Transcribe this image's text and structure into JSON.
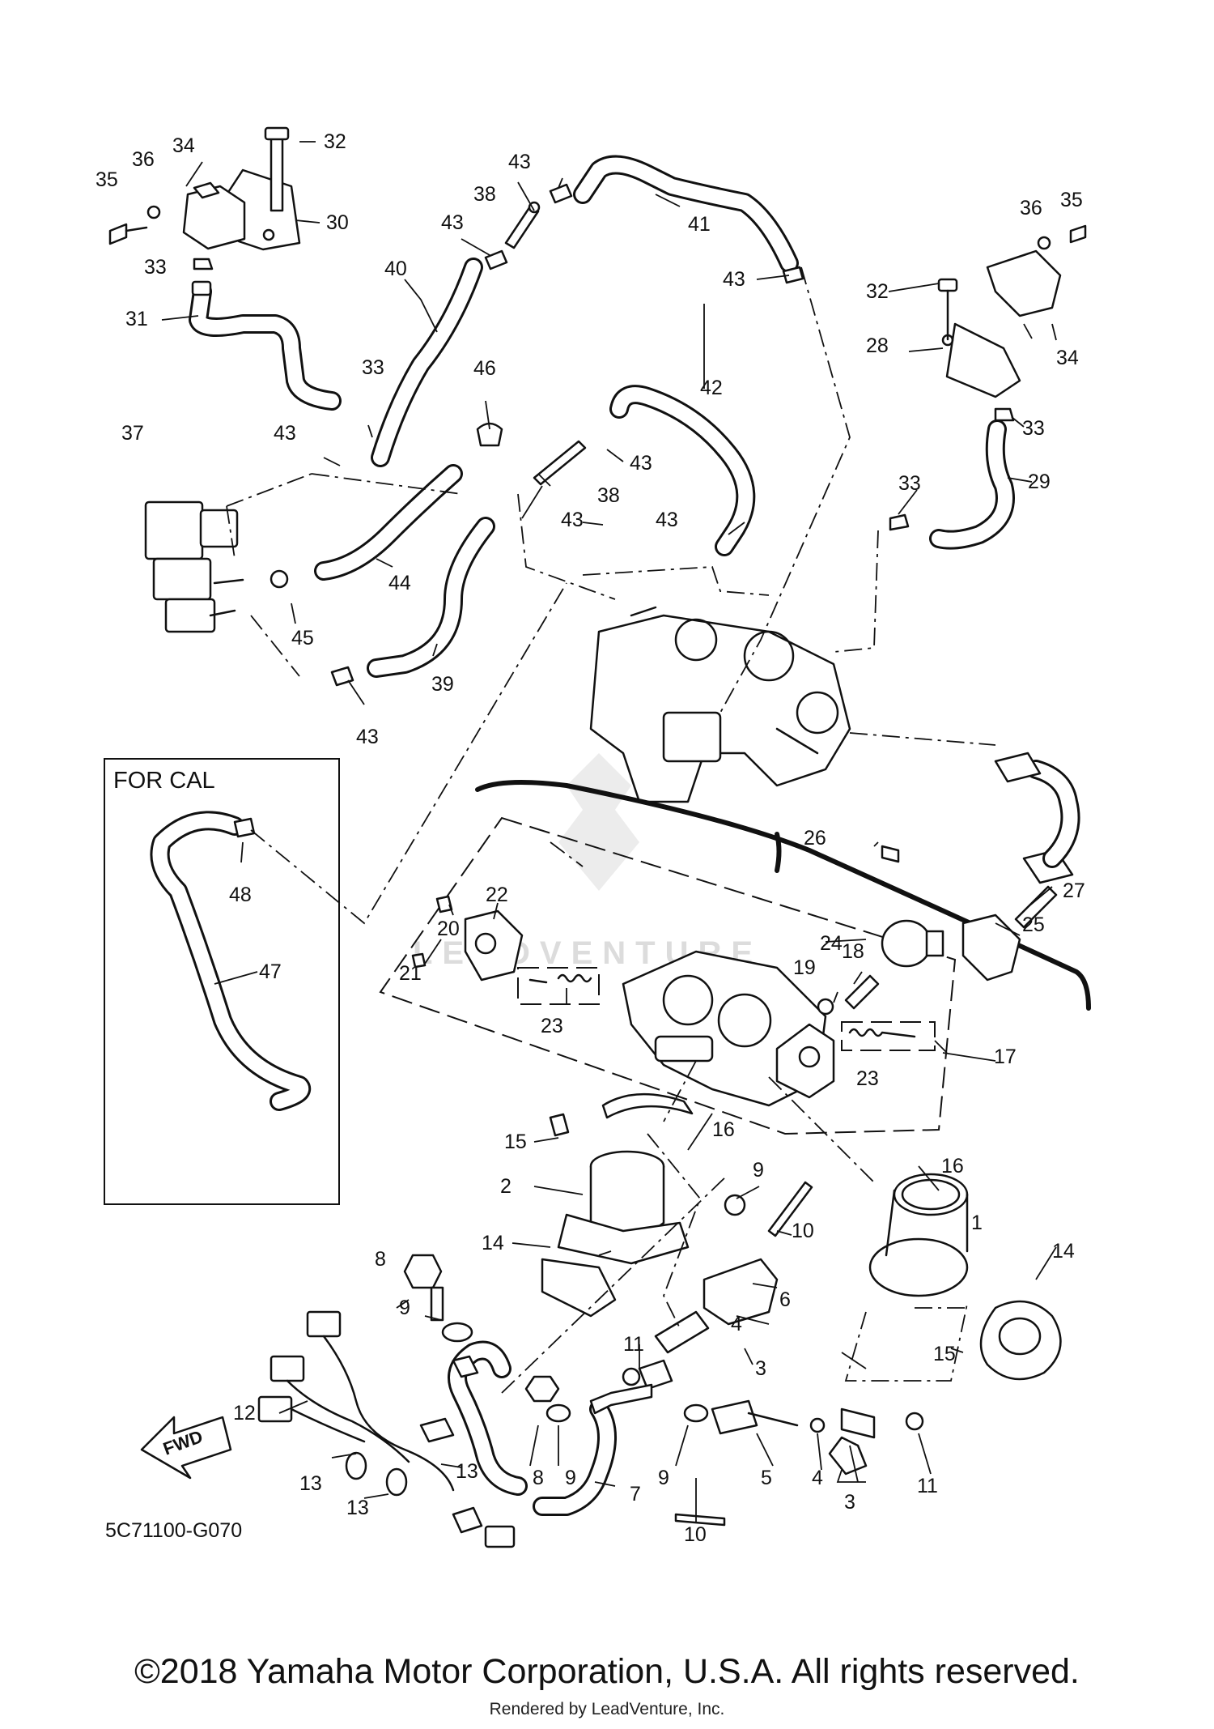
{
  "diagram": {
    "code": "5C71100-G070",
    "inset_label": "FOR CAL",
    "fwd_label": "FWD",
    "watermark": "LEADVENTURE",
    "copyright": "©2018 Yamaha Motor Corporation, U.S.A. All rights reserved.",
    "rendered_by": "Rendered by LeadVenture, Inc.",
    "callouts": [
      "1",
      "2",
      "3",
      "4",
      "5",
      "6",
      "7",
      "8",
      "9",
      "10",
      "11",
      "12",
      "13",
      "14",
      "15",
      "16",
      "17",
      "18",
      "19",
      "20",
      "21",
      "22",
      "23",
      "24",
      "25",
      "26",
      "27",
      "28",
      "29",
      "30",
      "31",
      "32",
      "33",
      "34",
      "35",
      "36",
      "37",
      "38",
      "39",
      "40",
      "41",
      "42",
      "43",
      "44",
      "45",
      "46",
      "47",
      "48"
    ]
  }
}
